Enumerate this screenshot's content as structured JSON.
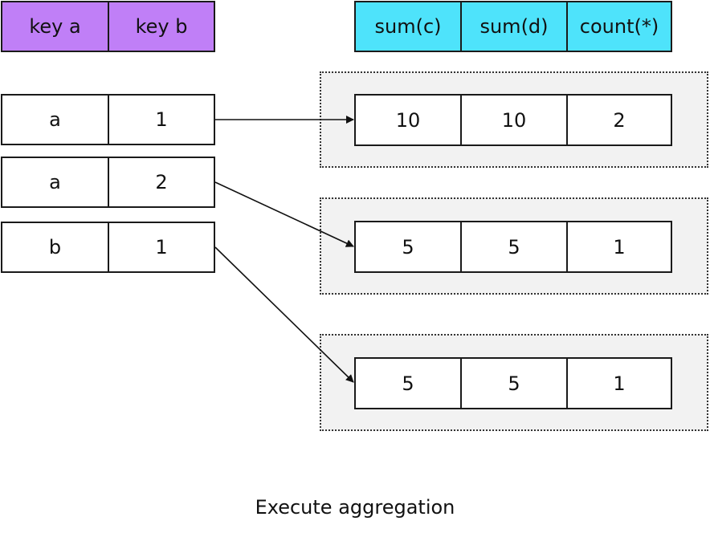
{
  "key_headers": [
    "key a",
    "key b"
  ],
  "agg_headers": [
    "sum(c)",
    "sum(d)",
    "count(*)"
  ],
  "input_rows": [
    {
      "a": "a",
      "b": "1"
    },
    {
      "a": "a",
      "b": "2"
    },
    {
      "a": "b",
      "b": "1"
    }
  ],
  "groups": [
    {
      "sum_c": "10",
      "sum_d": "10",
      "count": "2"
    },
    {
      "sum_c": "5",
      "sum_d": "5",
      "count": "1"
    },
    {
      "sum_c": "5",
      "sum_d": "5",
      "count": "1"
    }
  ],
  "caption": "Execute aggregation",
  "colors": {
    "key_header": "#c07ff7",
    "agg_header": "#4ee3fb",
    "group_bg": "#f2f2f2"
  }
}
